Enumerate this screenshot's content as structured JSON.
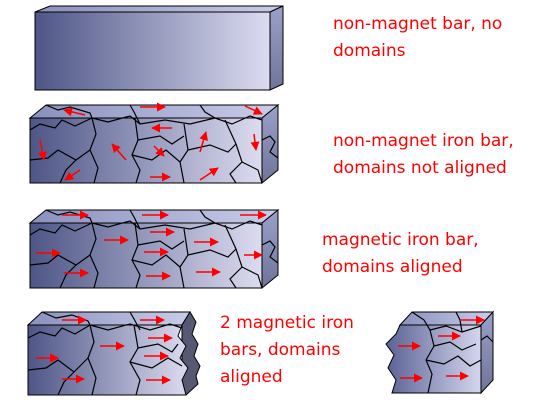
{
  "diagram": {
    "labels": {
      "bar1": [
        "non-magnet bar, no",
        "domains"
      ],
      "bar2": [
        "non-magnet iron bar,",
        "domains not aligned"
      ],
      "bar3": [
        "magnetic iron bar,",
        "domains aligned"
      ],
      "bar4": [
        "2 magnetic iron",
        "bars, domains",
        "aligned"
      ]
    },
    "colors": {
      "label": "#ff0000",
      "arrow": "#ff0000",
      "bar_front_dark": "#4e5687",
      "bar_front_light": "#dcdcf0",
      "bar_top": "#aeb4d8",
      "bar_side": "#6f7599",
      "outline": "#000000"
    },
    "arrows": {
      "bar2": "random directions",
      "bar3": "all pointing right",
      "bar4": "all pointing right"
    }
  }
}
